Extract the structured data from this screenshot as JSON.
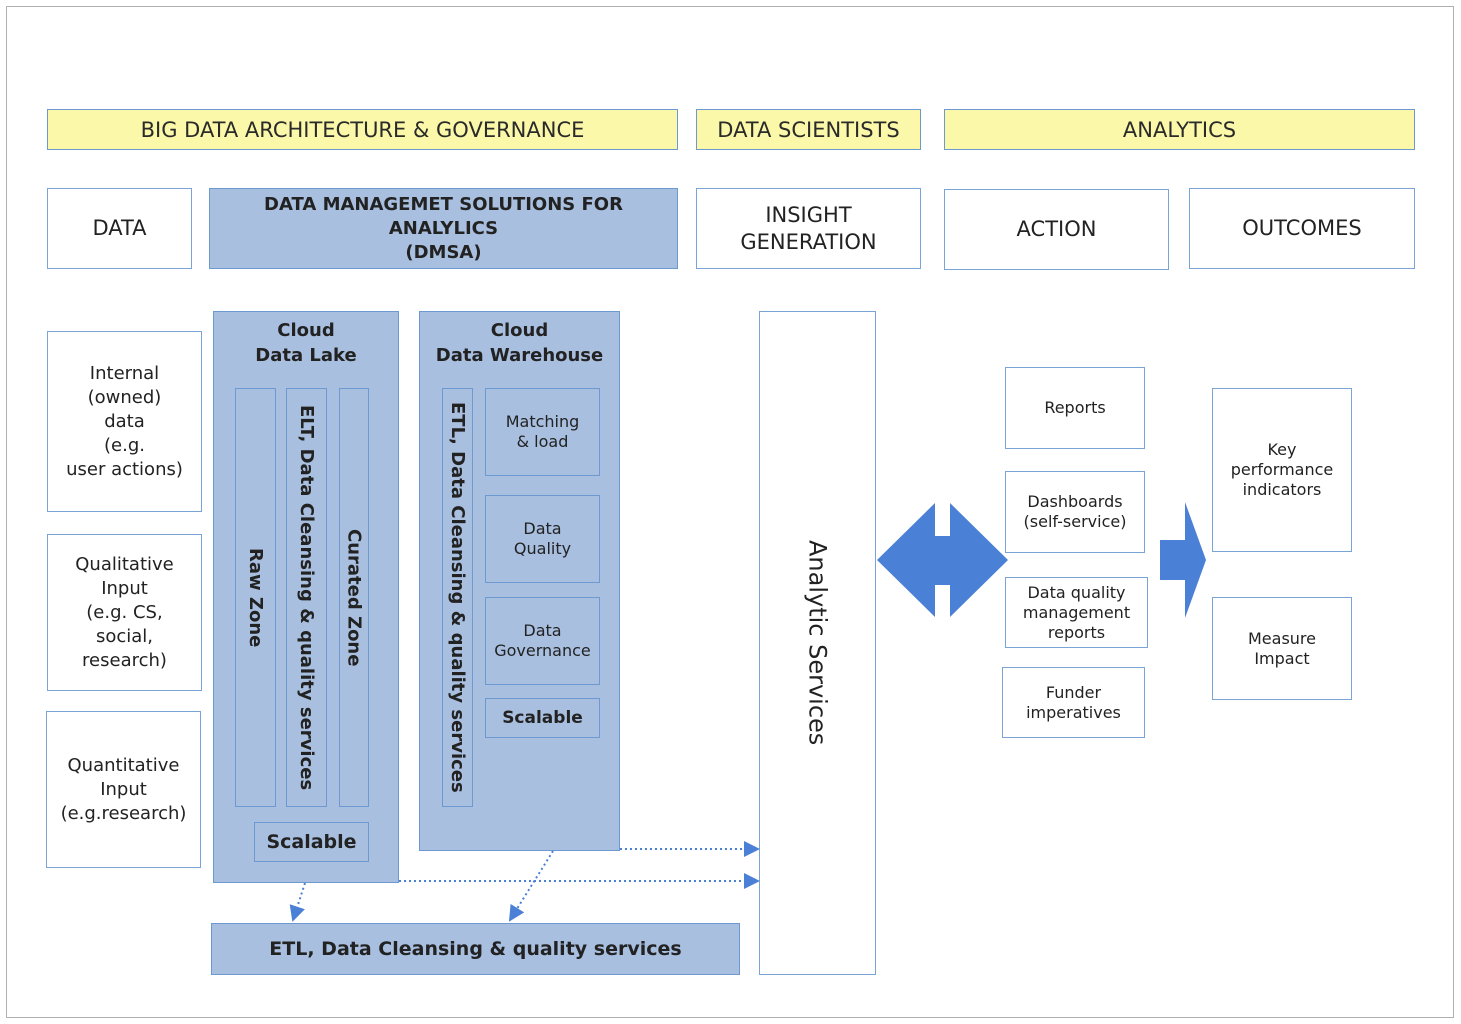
{
  "headers": {
    "architecture": "BIG DATA ARCHITECTURE & GOVERNANCE",
    "scientists": "DATA SCIENTISTS",
    "analytics": "ANALYTICS"
  },
  "stages": {
    "data": "DATA",
    "dmsa": "DATA MANAGEMET SOLUTIONS FOR\nANALYLICS\n(DMSA)",
    "insight": "INSIGHT\nGENERATION",
    "action": "ACTION",
    "outcomes": "OUTCOMES"
  },
  "data_sources": [
    "Internal\n(owned)\ndata\n(e.g.\nuser actions)",
    "Qualitative\nInput\n(e.g. CS,\nsocial,\nresearch)",
    "Quantitative\nInput\n(e.g.research)"
  ],
  "data_lake": {
    "title": "Cloud\nData Lake",
    "raw_zone": "Raw Zone",
    "elt": "ELT, Data Cleansing & quality services",
    "curated_zone": "Curated Zone",
    "scalable": "Scalable"
  },
  "data_warehouse": {
    "title": "Cloud\nData Warehouse",
    "etl": "ETL, Data Cleansing & quality services",
    "matching": "Matching\n& load",
    "quality": "Data\nQuality",
    "governance": "Data\nGovernance",
    "scalable": "Scalable"
  },
  "etl_bottom": "ETL, Data Cleansing & quality services",
  "analytic_services": "Analytic Services",
  "actions": [
    "Reports",
    "Dashboards\n(self-service)",
    "Data quality\nmanagement\nreports",
    "Funder\nimperatives"
  ],
  "outcomes": [
    "Key\nperformance\nindicators",
    "Measure\nImpact"
  ],
  "colors": {
    "header_yellow": "#fbf9a9",
    "panel_blue": "#a8bfe0",
    "border_blue": "#6c9ad0",
    "arrow_blue": "#4a80d6"
  }
}
